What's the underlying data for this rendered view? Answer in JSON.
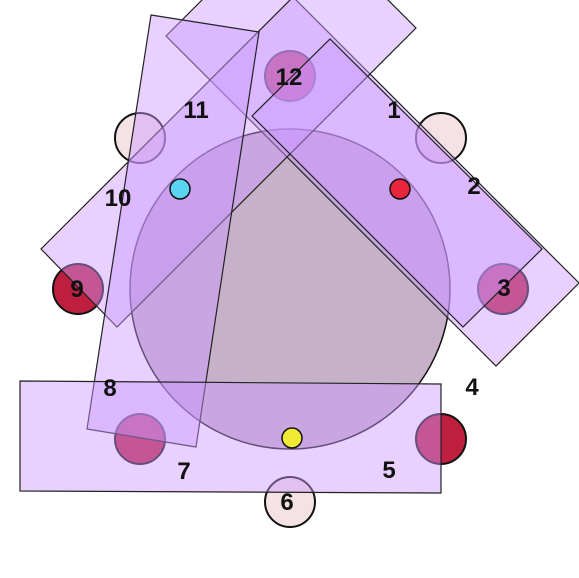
{
  "colors": {
    "background": "#ffffff",
    "clock_face_fill": "#c7b1c8",
    "clock_face_stroke": "#111111",
    "strip_fill": "rgba(204,153,255,0.45)",
    "strip_stroke": "#222222",
    "marker_fill_dark": "#bf1f3f",
    "marker_fill_light": "#f4e2e4",
    "marker_stroke": "#111111",
    "dot_cyan": "#5bd3f2",
    "dot_red": "#e8243f",
    "dot_yellow": "#f1ea34"
  },
  "board": {
    "numbers": [
      "1",
      "2",
      "3",
      "4",
      "5",
      "6",
      "7",
      "8",
      "9",
      "10",
      "11",
      "12"
    ],
    "markers": [
      {
        "id": "marker-12",
        "label_index": 11,
        "state": "dark"
      },
      {
        "id": "marker-1",
        "label_index": 0,
        "state": "light"
      },
      {
        "id": "marker-3",
        "label_index": 2,
        "state": "dark"
      },
      {
        "id": "marker-4",
        "label_index": 3,
        "state": "dark"
      },
      {
        "id": "marker-6",
        "label_index": 5,
        "state": "light"
      },
      {
        "id": "marker-7",
        "label_index": 6,
        "state": "dark"
      },
      {
        "id": "marker-9",
        "label_index": 8,
        "state": "dark"
      },
      {
        "id": "marker-11",
        "label_index": 10,
        "state": "light"
      }
    ],
    "dots": [
      {
        "id": "dot-left",
        "color": "cyan"
      },
      {
        "id": "dot-right",
        "color": "red"
      },
      {
        "id": "dot-bottom",
        "color": "yellow"
      }
    ]
  }
}
